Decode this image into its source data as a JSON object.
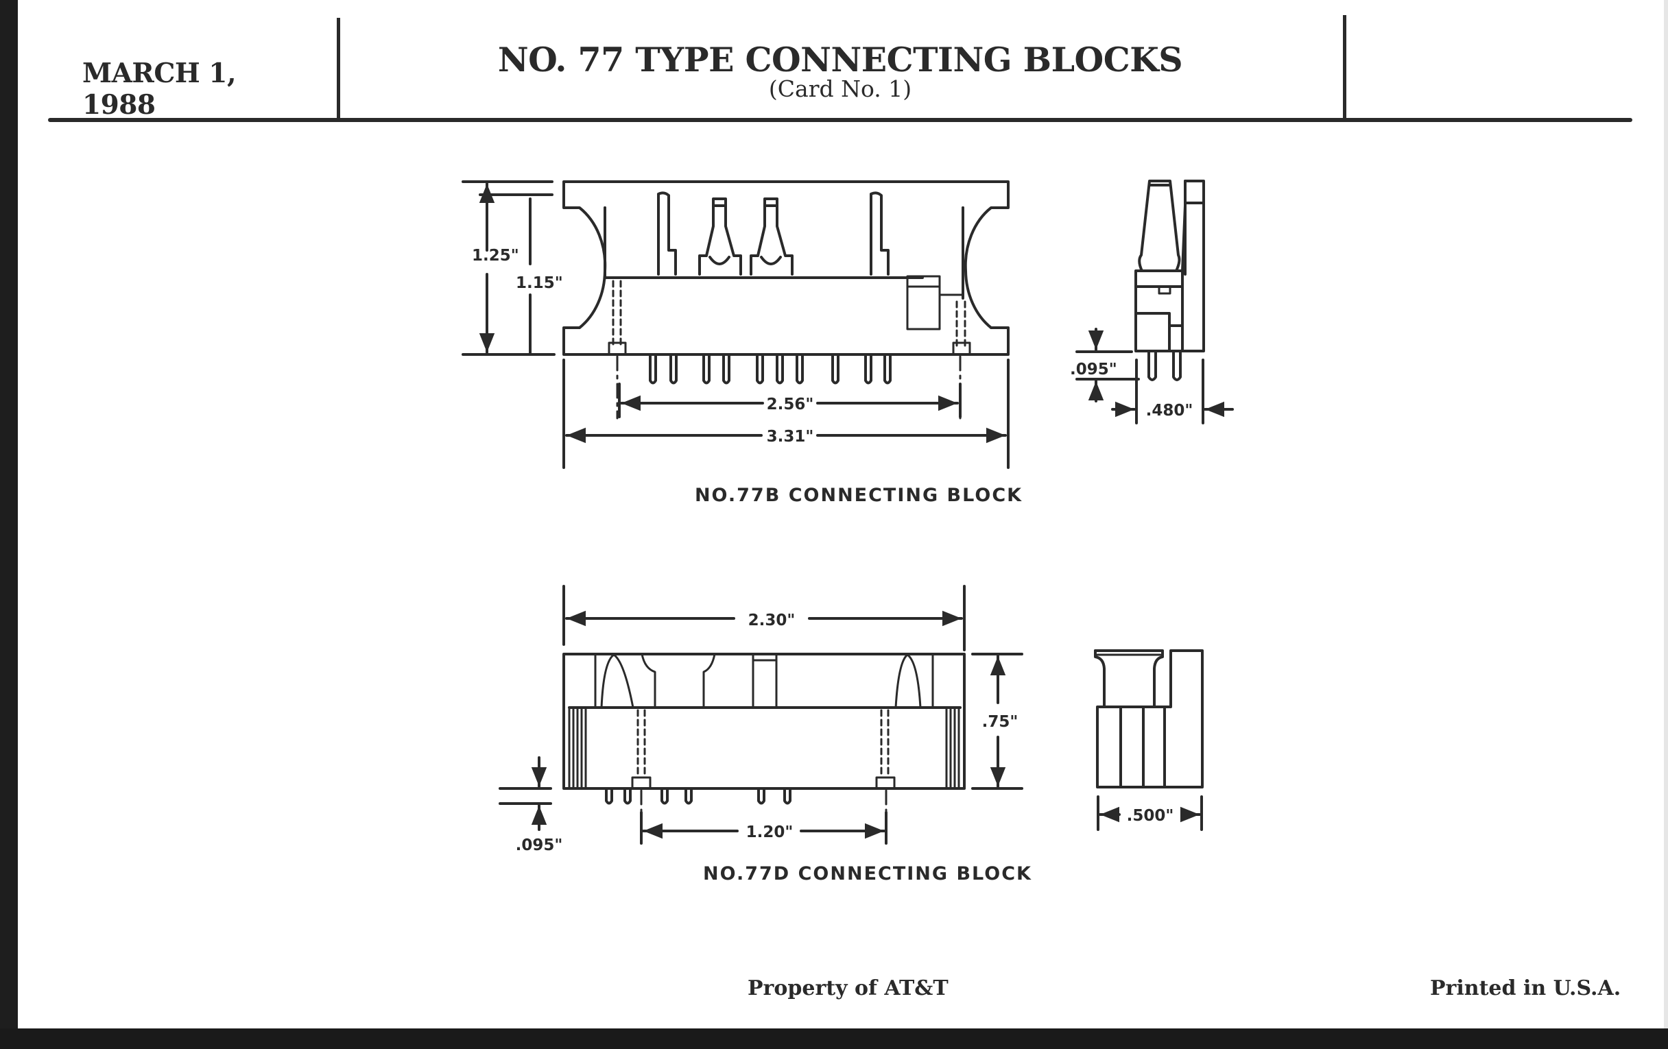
{
  "header": {
    "date": "MARCH 1, 1988",
    "title": "NO. 77 TYPE CONNECTING BLOCKS",
    "subtitle": "(Card No. 1)"
  },
  "drawings": {
    "block_77b": {
      "caption": "NO.77B CONNECTING BLOCK",
      "dimensions": {
        "overall_height": "1.25\"",
        "body_height": "1.15\"",
        "mounting_spacing": "2.56\"",
        "overall_width": "3.31\"",
        "pin_length": ".095\"",
        "depth": ".480\""
      }
    },
    "block_77d": {
      "caption": "NO.77D CONNECTING BLOCK",
      "dimensions": {
        "overall_width": "2.30\"",
        "height": ".75\"",
        "pin_length": ".095\"",
        "mounting_spacing": "1.20\"",
        "depth": ".500\""
      }
    }
  },
  "footer": {
    "owner": "Property of AT&T",
    "printed": "Printed in U.S.A."
  }
}
